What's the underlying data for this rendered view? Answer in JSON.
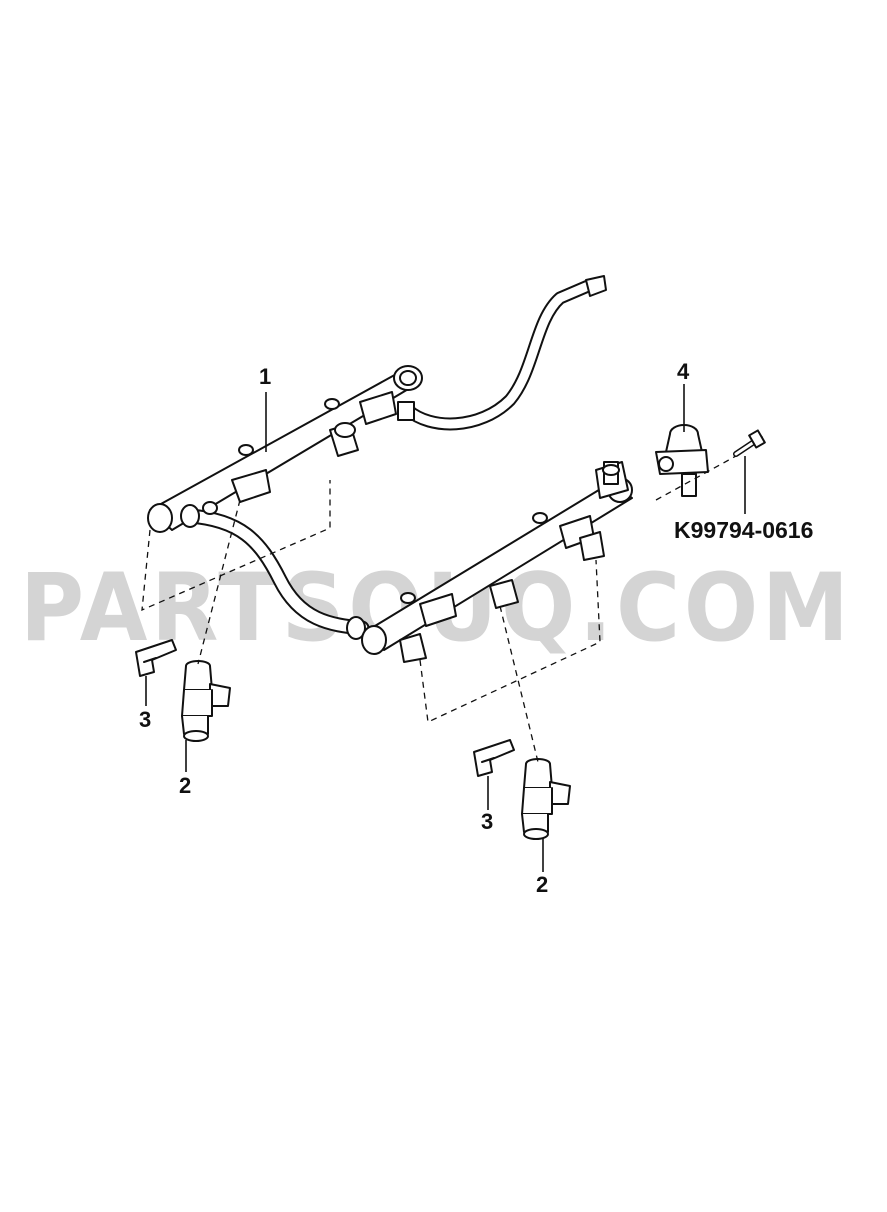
{
  "callouts": {
    "c1": "1",
    "c2a": "2",
    "c2b": "2",
    "c3a": "3",
    "c3b": "3",
    "c4": "4"
  },
  "part_number": "K99794-0616",
  "watermark": "PARTSOUQ.COM",
  "colors": {
    "line": "#111111",
    "watermark": "#d4d4d4",
    "background": "#ffffff"
  }
}
